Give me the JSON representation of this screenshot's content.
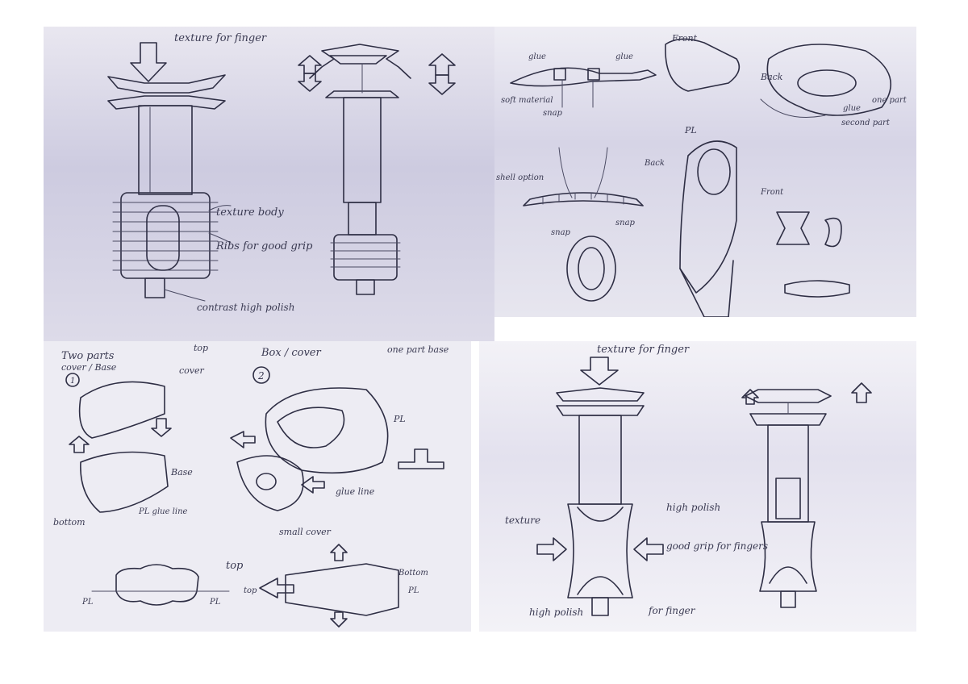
{
  "panels": {
    "top_left": {
      "labels": {
        "texture_for_finger": "texture for finger",
        "texture_body": "texture body",
        "ribs": "Ribs for good grip",
        "contrast_high_polish": "contrast high polish"
      }
    },
    "top_right": {
      "labels": {
        "glue_1": "glue",
        "glue_2": "glue",
        "soft_material": "soft material",
        "snap": "snap",
        "front": "Front",
        "back": "Back",
        "one_part": "one part",
        "glue_3": "glue",
        "second_part": "second part",
        "shell_option": "shell option",
        "snap_2": "snap",
        "snap_3": "snap",
        "pl": "PL",
        "back_2": "Back",
        "front_2": "Front"
      }
    },
    "bottom_left": {
      "labels": {
        "two_parts": "Two parts",
        "cover_base": "cover / Base",
        "top": "top",
        "cover": "cover",
        "base": "Base",
        "bottom": "bottom",
        "pl_glue_line": "PL glue line",
        "box_cover": "Box / cover",
        "one_part_base": "one part base",
        "pl_2": "PL",
        "glue_line": "glue line",
        "small_cover": "small cover",
        "top_2": "top",
        "bottom_2": "Bottom",
        "top_3": "top",
        "pl_3": "PL",
        "pl_4": "PL",
        "pl_5": "PL",
        "num_1": "1",
        "num_2": "2"
      }
    },
    "bottom_right": {
      "labels": {
        "texture_for_finger": "texture for finger",
        "high_polish_1": "high polish",
        "texture": "texture",
        "good_grip": "good grip for fingers",
        "high_polish_2": "high polish",
        "for_finger": "for finger"
      }
    }
  },
  "colors": {
    "panel_bg": "#e6e4ef",
    "shade": "#cfcde3",
    "ink": "#2e2e44",
    "accent": "#9a92c8"
  }
}
